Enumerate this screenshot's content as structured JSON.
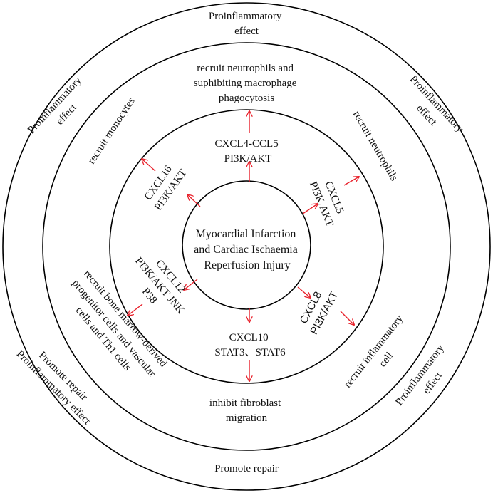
{
  "colors": {
    "line": "#000000",
    "arrow": "#e8202a",
    "text": "#111111",
    "background": "#ffffff"
  },
  "center": {
    "lines": [
      "Myocardial Infarction",
      "and Cardiac Ischaemia",
      "Reperfusion Injury"
    ]
  },
  "outer_ring": {
    "top": [
      "Proinflammatory",
      "effect"
    ],
    "upper_left": [
      "Proinflammatory",
      "effect"
    ],
    "upper_right": [
      "Proinflammatory",
      "effect"
    ],
    "lower_left": [
      "Promote repair",
      "Proinflammatory effect"
    ],
    "lower_right": [
      "Proinflammatory",
      "effect"
    ],
    "bottom": [
      "Promote repair"
    ]
  },
  "middle_ring": {
    "top": [
      "recruit neutrophils and",
      "suphibiting macrophage",
      "phagocytosis"
    ],
    "upper_left": [
      "recruit monocytes"
    ],
    "upper_right": [
      "recruit neutrophils"
    ],
    "lower_left": [
      "recruit bone marrow-derived",
      "progenitor cells and vascular",
      "cells and Th1 cells"
    ],
    "lower_right": [
      "recruit  inflammatory",
      "cell"
    ],
    "bottom": [
      "inhibit fibroblast",
      "migration"
    ]
  },
  "inner_ring": {
    "top": [
      "CXCL4-CCL5",
      "PI3K/AKT"
    ],
    "upper_left": [
      "CXCL16",
      "PI3K/AKT"
    ],
    "upper_right": [
      "CXCL5",
      "PI3K/AKT"
    ],
    "lower_left": [
      "CXCL12",
      "PI3K/AKT JNK",
      "P38"
    ],
    "lower_right": [
      "CXCL8",
      "PI3K/AKT"
    ],
    "bottom": [
      "CXCL10",
      "STAT3、STAT6"
    ]
  }
}
